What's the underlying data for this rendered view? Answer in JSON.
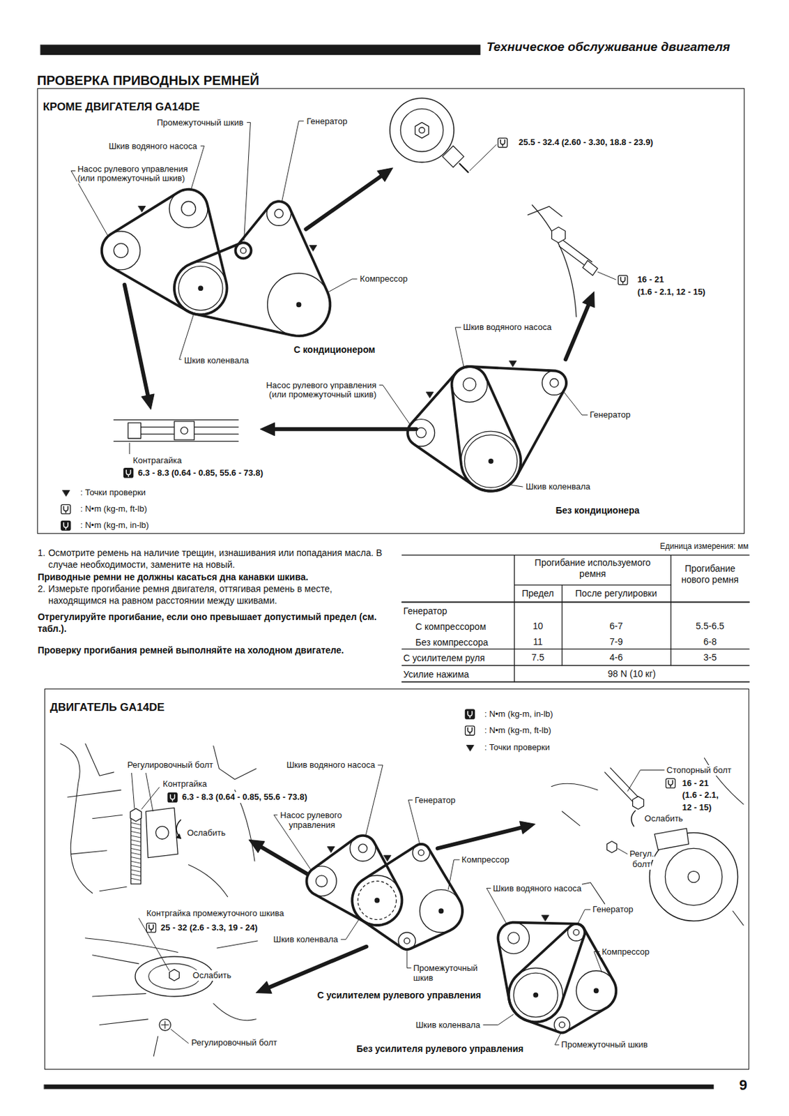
{
  "diagram": {
    "title": "ПРОВЕРКА ПРИВОДНЫХ РЕМНЕЙ",
    "nodes": [
      {
        "text": [
          "КРОМЕ ДВИГАТЕЛЯ GA14DE"
        ]
      },
      {
        "text": [
          "ДВИГАТЕЛЬ GA14DE"
        ]
      }
    ],
    "labels": [
      "Техническое обслуживание двигателя",
      "Промежуточный шкив",
      "Генератор",
      "Шкив водяного насоса",
      "Насос рулевого управления",
      "(или промежуточный шкив)",
      "Компрессор",
      "Шкив коленвала",
      "С кондиционером",
      "25.5 - 32.4 (2.60 - 3.30, 18.8 - 23.9)",
      "16 - 21",
      "(1.6 - 2.1, 12 - 15)",
      "Шкив водяного насоса",
      "Насос рулевого управления",
      "(или промежуточный шкив)",
      "Генератор",
      "Контрагайка",
      "6.3 - 8.3 (0.64 - 0.85, 55.6 - 73.8)",
      "Шкив коленвала",
      "Без кондиционера",
      "1.",
      "Осмотрите ремень на наличие трещин, изнашивания или попадания масла. В случае необходимости, замените на новый.",
      "Приводные ремни не должны касаться дна канавки шкива.",
      "2.",
      "Измерьте прогибание ремня двигателя, оттягивая ремень в месте, находящимся на равном расстоянии между шкивами.",
      "Отрегулируйте прогибание, если оно превышает допустимый предел (см. табл.).",
      "Проверку прогибания ремней выполняйте на холодном двигателе.",
      "Единица измерения: мм",
      "Прогибание используемого ремня",
      "Предел",
      "После регулировки",
      "Прогибание нового ремня",
      "Генератор",
      "С компрессором",
      "10",
      "6-7",
      "5.5-6.5",
      "Без компрессора",
      "11",
      "7-9",
      "6-8",
      "С усилителем руля",
      "7.5",
      "4-6",
      "3-5",
      "Усилие нажима",
      "98 N (10 кг)",
      "Регулировочный болт",
      "Контргайка",
      "6.3 - 8.3 (0.64 - 0.85, 55.6 - 73.8)",
      "Ослабить",
      "Шкив водяного насоса",
      "Генератор",
      "Насос рулевого",
      "управления",
      "Компрессор",
      "Стопорный болт",
      "16 - 21",
      "(1.6 - 2.1,",
      "12 - 15)",
      "Ослабить",
      "Регул.",
      "болт",
      "Шкив водяного насоса",
      "Генератор",
      "Контргайка промежуточного шкива",
      "25 - 32 (2.6 - 3.3, 19 - 24)",
      "Шкив коленвала",
      "Компрессор",
      "Промежуточный",
      "шкив",
      "Ослабить",
      "С усилителем рулевого управления",
      "Шкив коленвала",
      "Регулировочный болт",
      "Промежуточный шкив",
      "Без усилителя рулевого управления",
      "9"
    ],
    "legend": [
      {
        "text": ": Точки проверки"
      },
      {
        "text": ": N•m (kg-m, ft-lb)"
      },
      {
        "text": ": N•m (kg-m, in-lb)"
      },
      {
        "text": ": N•m (kg-m, in-lb)"
      },
      {
        "text": ": N•m (kg-m, ft-lb)"
      },
      {
        "text": ": Точки проверки"
      }
    ]
  }
}
